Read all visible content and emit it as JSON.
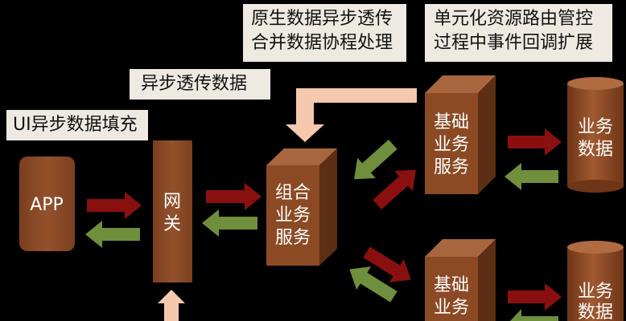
{
  "colors": {
    "background": "#000000",
    "box_front": "#8b4a24",
    "box_top": "#a8663e",
    "box_side": "#5c2e14",
    "box_text": "#ffffff",
    "request_arrow": "#8a1010",
    "response_arrow": "#6f8f3c",
    "note_bg": "#eeeae2",
    "async_arrow": "#f6c8ae"
  },
  "notes": {
    "ui_fill": "UI异步数据填充",
    "async_transfer": "异步透传数据",
    "native_line1": "原生数据异步透传",
    "native_line2": "合并数据协程处理",
    "unit_line1": "单元化资源路由管控",
    "unit_line2": "过程中事件回调扩展"
  },
  "nodes": {
    "app": "APP",
    "gateway_line1": "网",
    "gateway_line2": "关",
    "combine_line1": "组合",
    "combine_line2": "业务",
    "combine_line3": "服务",
    "basic_top_line1": "基础",
    "basic_top_line2": "业务",
    "basic_top_line3": "服务",
    "basic_bottom_line1": "基础",
    "basic_bottom_line2": "业务",
    "data_top_line1": "业务",
    "data_top_line2": "数据",
    "data_bottom_line1": "业务",
    "data_bottom_line2": "数据"
  },
  "icons": {
    "request": "right-arrow-icon",
    "response": "left-arrow-icon",
    "async": "bent-arrow-icon"
  }
}
